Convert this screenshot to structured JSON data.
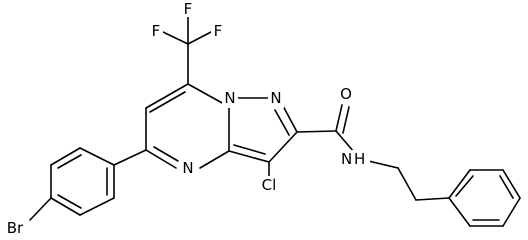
{
  "molecule": {
    "atoms": {
      "f_top": "F",
      "f_left": "F",
      "f_right": "F",
      "n_ring_bridge": "N",
      "n_pyrazole": "N",
      "o_carbonyl": "O",
      "n_pyrimidine": "N",
      "cl": "Cl",
      "nh_amide": "N",
      "h_amide": "H",
      "br": "Br"
    },
    "colors": {
      "bond": "#000000",
      "label": "#000000",
      "background": "#ffffff"
    }
  }
}
